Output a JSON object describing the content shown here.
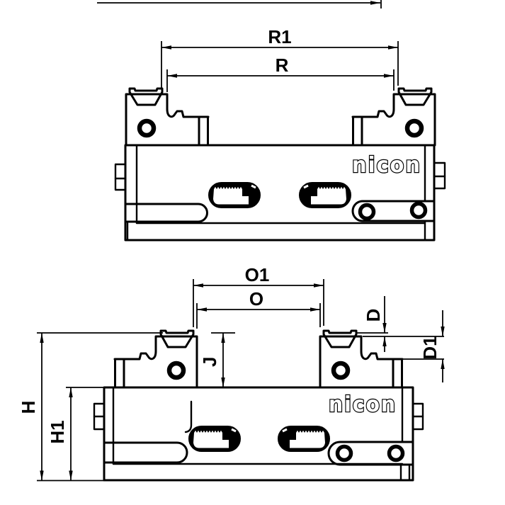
{
  "drawing": {
    "brand_logo": "nicon",
    "dimensions": {
      "r1": "R1",
      "r": "R",
      "o1": "O1",
      "o": "O",
      "d": "D",
      "d1": "D1",
      "j": "J",
      "h": "H",
      "h1": "H1"
    },
    "colors": {
      "line": "#000000",
      "background": "#ffffff"
    }
  }
}
